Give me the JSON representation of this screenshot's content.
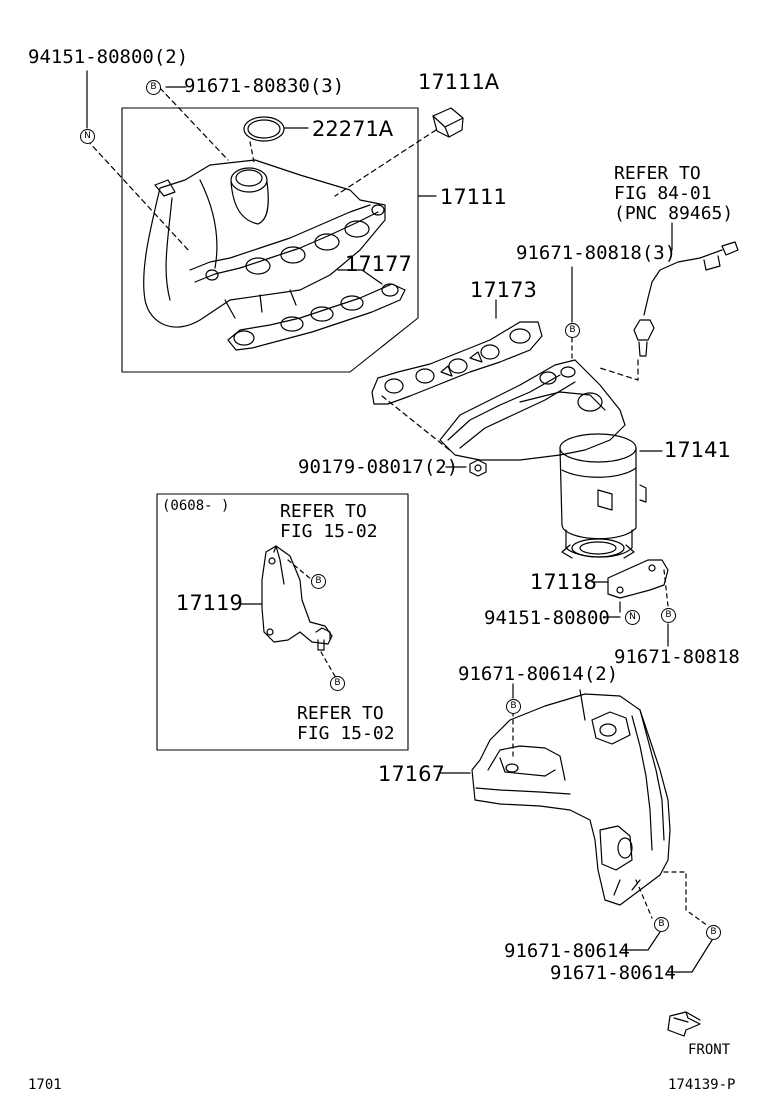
{
  "labels": {
    "p94151_80800_2": "94151-80800(2)",
    "p91671_80830_3": "91671-80830(3)",
    "p17111A": "17111A",
    "p22271A": "22271A",
    "p17111": "17111",
    "p17177": "17177",
    "refer_84_line1": "REFER TO",
    "refer_84_line2": "FIG 84-01",
    "refer_84_line3": "(PNC 89465)",
    "p91671_80818_3": "91671-80818(3)",
    "p17173": "17173",
    "p17141": "17141",
    "p90179_08017_2": "90179-08017(2)",
    "inset_date": "(0608-     )",
    "refer_15_top_line1": "REFER TO",
    "refer_15_top_line2": "FIG 15-02",
    "p17119": "17119",
    "refer_15_bot_line1": "REFER TO",
    "refer_15_bot_line2": "FIG 15-02",
    "p17118": "17118",
    "p94151_80800": "94151-80800",
    "p91671_80818": "91671-80818",
    "p91671_80614_2": "91671-80614(2)",
    "p17167": "17167",
    "p91671_80614_a": "91671-80614",
    "p91671_80614_b": "91671-80614",
    "front": "FRONT",
    "page_code": "1701",
    "figure_code": "174139-P"
  },
  "badges": {
    "b": "B",
    "n": "N"
  },
  "colors": {
    "line": "#000000",
    "background": "#ffffff"
  }
}
